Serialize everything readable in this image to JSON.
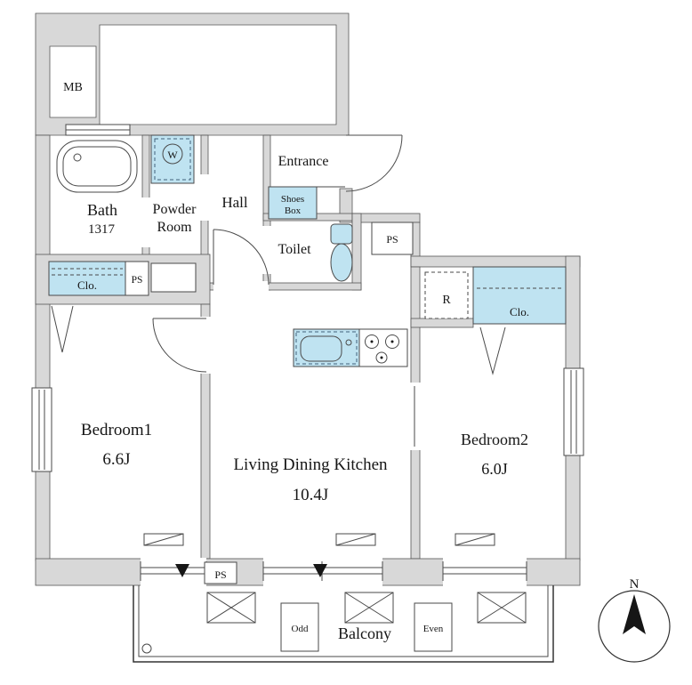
{
  "plan": {
    "mb": "MB",
    "bath": {
      "name": "Bath",
      "size": "1317"
    },
    "powder": {
      "line1": "Powder",
      "line2": "Room"
    },
    "hall": "Hall",
    "entrance": "Entrance",
    "shoes_box": {
      "line1": "Shoes",
      "line2": "Box"
    },
    "toilet": "Toilet",
    "washer": "W",
    "ps_top": "PS",
    "ps_left": "PS",
    "ps_bottom": "PS",
    "closet_left": "Clo.",
    "closet_right": "Clo.",
    "refrigerator": "R",
    "bedroom1": {
      "name": "Bedroom1",
      "size": "6.6J"
    },
    "ldk": {
      "name": "Living Dining Kitchen",
      "size": "10.4J"
    },
    "bedroom2": {
      "name": "Bedroom2",
      "size": "6.0J"
    },
    "balcony": {
      "name": "Balcony",
      "odd": "Odd",
      "even": "Even"
    },
    "compass": "N"
  },
  "colors": {
    "wall": "#d8d8d8",
    "fixture_blue": "#bfe3f1",
    "outline": "#4a4a4a",
    "text": "#161616"
  }
}
